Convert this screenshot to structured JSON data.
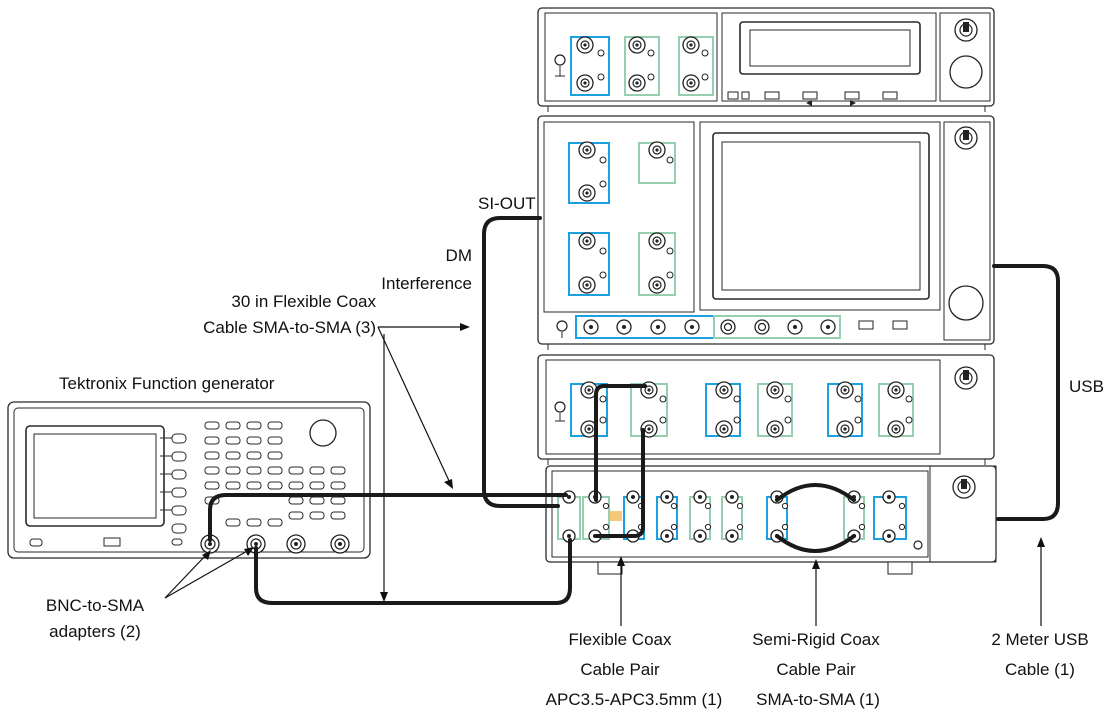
{
  "labels": {
    "si_out": "SI-OUT",
    "dm_line1": "DM",
    "dm_line2": "Interference",
    "coax30_line1": "30 in Flexible Coax",
    "coax30_line2": "Cable SMA-to-SMA (3)",
    "function_generator": "Tektronix Function generator",
    "usb": "USB",
    "bnc_line1": "BNC-to-SMA",
    "bnc_line2": "adapters (2)",
    "flex_line1": "Flexible Coax",
    "flex_line2": "Cable Pair",
    "flex_line3": "APC3.5-APC3.5mm (1)",
    "semi_line1": "Semi-Rigid Coax",
    "semi_line2": "Cable Pair",
    "semi_line3": "SMA-to-SMA (1)",
    "usbcable_line1": "2 Meter USB",
    "usbcable_line2": "Cable (1)"
  },
  "colors": {
    "channel_group_blue": "#1ba0e0",
    "channel_group_green": "#95cfb0",
    "cable": "#1a1a1a"
  },
  "icons": {
    "power": "power-button-icon",
    "ground": "ground-terminal-icon",
    "connector": "sma-connector-icon",
    "knob": "rotary-knob-icon"
  }
}
